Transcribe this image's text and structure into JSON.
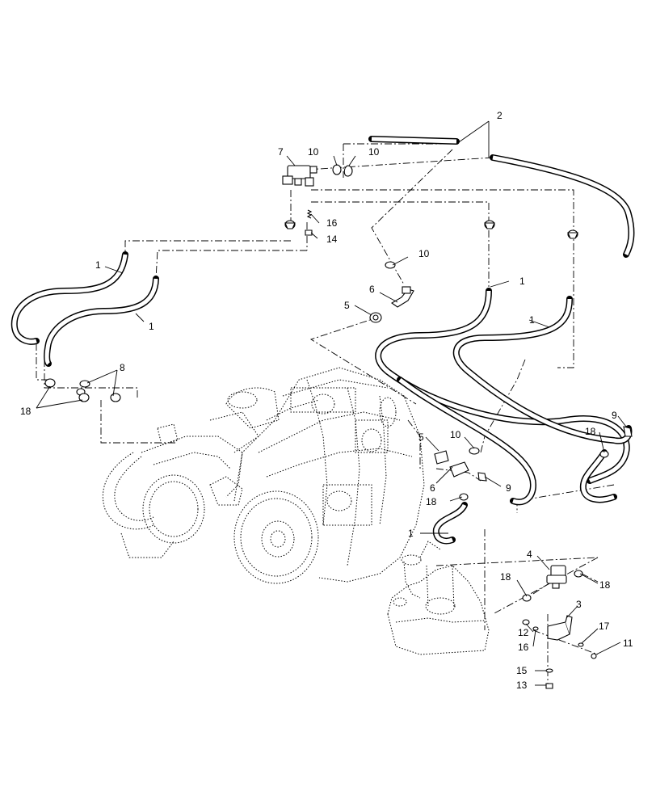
{
  "callouts": {
    "c1a": "1",
    "c1b": "1",
    "c1c": "1",
    "c1d": "1",
    "c1e": "1",
    "c2": "2",
    "c3": "3",
    "c4": "4",
    "c5a": "5",
    "c5b": "5",
    "c6a": "6",
    "c6b": "6",
    "c7": "7",
    "c8": "8",
    "c9a": "9",
    "c9b": "9",
    "c10a": "10",
    "c10b": "10",
    "c10c": "10",
    "c10d": "10",
    "c11": "11",
    "c12": "12",
    "c13": "13",
    "c14": "14",
    "c15": "15",
    "c16a": "16",
    "c16b": "16",
    "c17": "17",
    "c18a": "18",
    "c18b": "18",
    "c18c": "18",
    "c18d": "18",
    "c18e": "18"
  }
}
